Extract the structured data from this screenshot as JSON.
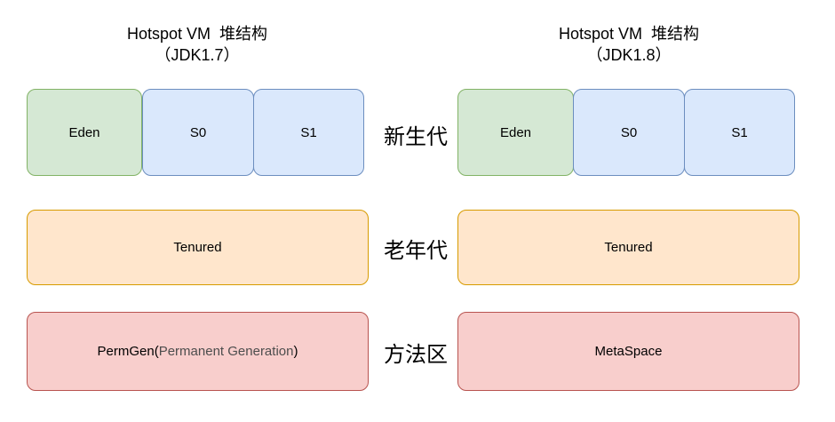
{
  "colors": {
    "eden": {
      "fill": "#d5e8d4",
      "stroke": "#82b366"
    },
    "survivor": {
      "fill": "#dae8fc",
      "stroke": "#6c8ebf"
    },
    "old": {
      "fill": "#ffe6cc",
      "stroke": "#d79b00"
    },
    "method": {
      "fill": "#f8cecc",
      "stroke": "#b85450"
    }
  },
  "left": {
    "title": "Hotspot VM  堆结构",
    "subtitle": "（JDK1.7）",
    "young": {
      "eden": "Eden",
      "s0": "S0",
      "s1": "S1"
    },
    "old": "Tenured",
    "method": {
      "prefix": "PermGen(",
      "detail": "Permanent Generation",
      "suffix": ")"
    }
  },
  "right": {
    "title": "Hotspot VM  堆结构",
    "subtitle": "（JDK1.8）",
    "young": {
      "eden": "Eden",
      "s0": "S0",
      "s1": "S1"
    },
    "old": "Tenured",
    "method": "MetaSpace"
  },
  "row_labels": {
    "young": "新生代",
    "old": "老年代",
    "method": "方法区"
  }
}
